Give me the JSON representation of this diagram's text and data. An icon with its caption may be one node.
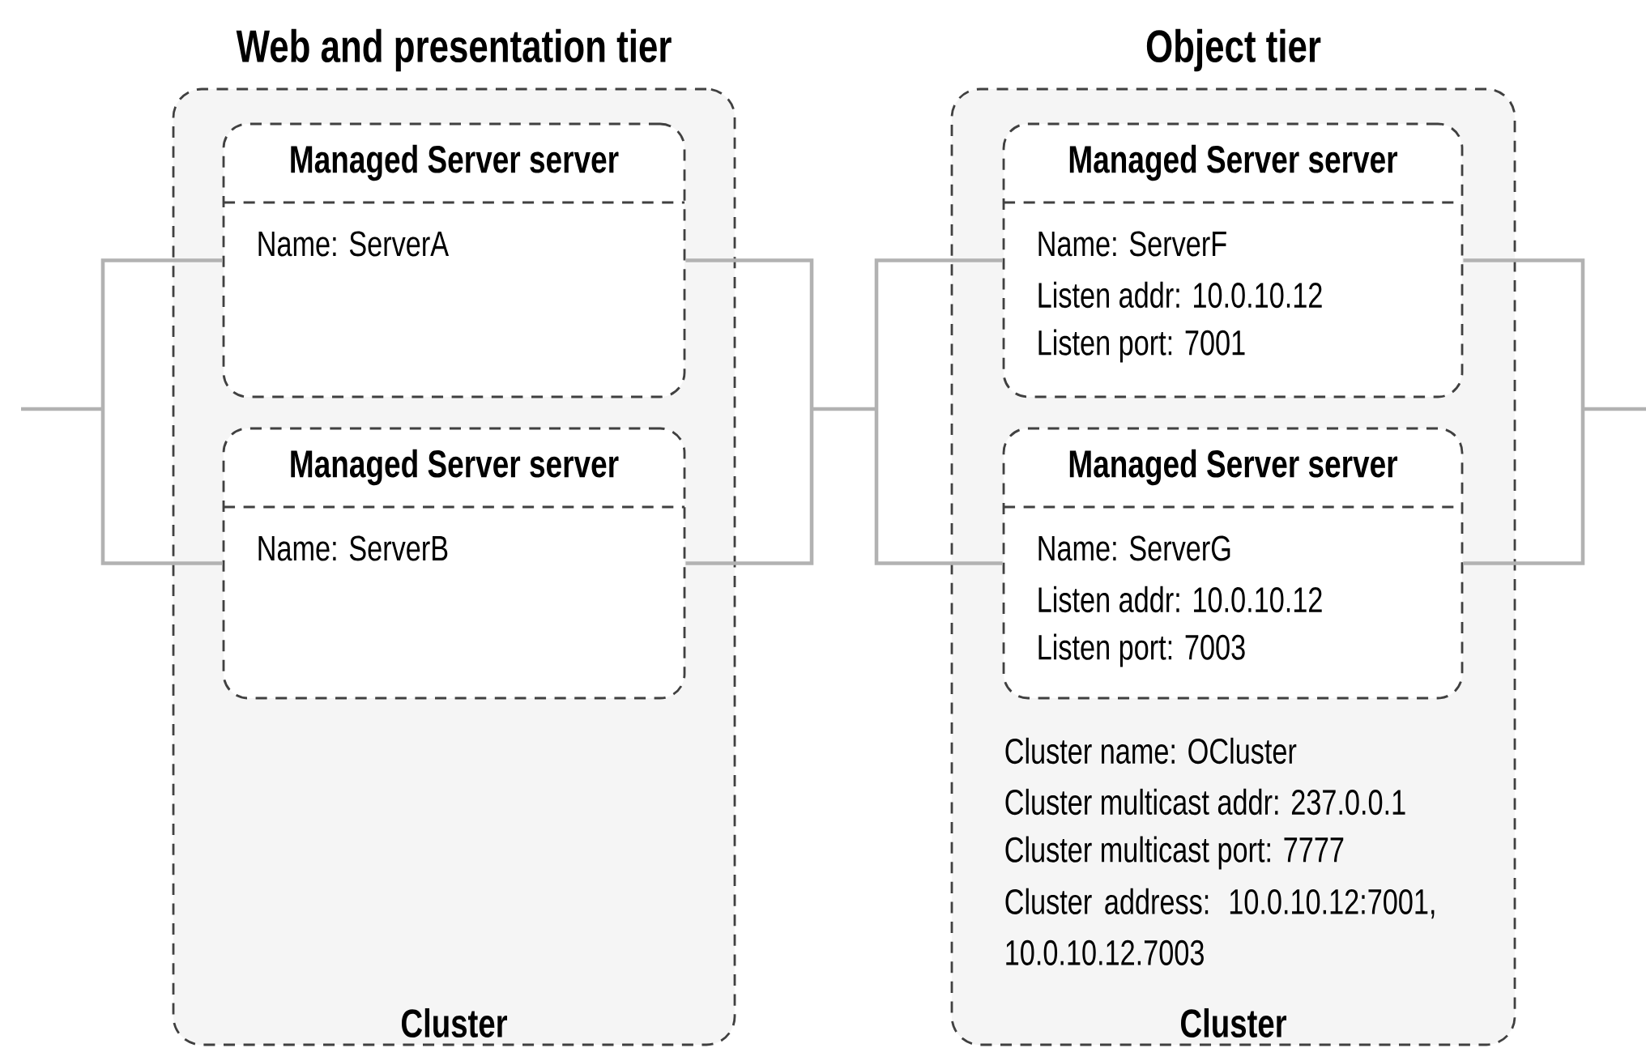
{
  "diagram": {
    "nodes": [
      {
        "text": [
          "Web and presentation tier",
          "Cluster"
        ]
      },
      {
        "text": [
          "Managed Server server",
          "Name: ServerA"
        ],
        "in": 0
      },
      {
        "text": [
          "Managed Server server",
          "Name: ServerB"
        ],
        "in": 0
      },
      {
        "text": [
          "Object tier",
          "Cluster name: OCluster",
          "Cluster multicast addr: 237.0.0.1",
          "Cluster multicast port: 7777",
          "Cluster address: 10.0.10.12:7001, 10.0.10.12.7003",
          "Cluster"
        ]
      },
      {
        "text": [
          "Managed Server server",
          "Name: ServerF",
          "Listen addr: 10.0.10.12",
          "Listen port: 7001"
        ],
        "in": 3
      },
      {
        "text": [
          "Managed Server server",
          "Name: ServerG",
          "Listen addr: 10.0.10.12",
          "Listen port: 7003"
        ],
        "in": 3
      }
    ],
    "edges": [
      {
        "from": null,
        "to": 1,
        "arrow": "none"
      },
      {
        "from": null,
        "to": 2,
        "arrow": "none"
      },
      {
        "from": 1,
        "to": 4,
        "arrow": "none"
      },
      {
        "from": 1,
        "to": 5,
        "arrow": "none"
      },
      {
        "from": 2,
        "to": 4,
        "arrow": "none"
      },
      {
        "from": 2,
        "to": 5,
        "arrow": "none"
      },
      {
        "from": 4,
        "to": null,
        "arrow": "none"
      },
      {
        "from": 5,
        "to": null,
        "arrow": "none"
      }
    ]
  }
}
